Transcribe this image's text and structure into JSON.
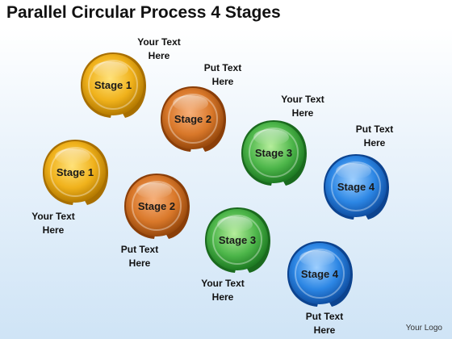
{
  "title": "Parallel Circular Process 4 Stages",
  "colors": {
    "yellow": "#e8a50a",
    "orange": "#cf6a14",
    "green": "#3aa33a",
    "blue": "#1d6fd0"
  },
  "row1": [
    {
      "label": "Stage 1",
      "color": "yellow",
      "caption": [
        "Your Text",
        "Here"
      ]
    },
    {
      "label": "Stage 2",
      "color": "orange",
      "caption": [
        "Put Text",
        "Here"
      ]
    },
    {
      "label": "Stage 3",
      "color": "green",
      "caption": [
        "Your Text",
        "Here"
      ]
    },
    {
      "label": "Stage 4",
      "color": "blue",
      "caption": [
        "Put Text",
        "Here"
      ]
    }
  ],
  "row2": [
    {
      "label": "Stage 1",
      "color": "yellow",
      "caption": [
        "Your Text",
        "Here"
      ]
    },
    {
      "label": "Stage 2",
      "color": "orange",
      "caption": [
        "Put Text",
        "Here"
      ]
    },
    {
      "label": "Stage 3",
      "color": "green",
      "caption": [
        "Your Text",
        "Here"
      ]
    },
    {
      "label": "Stage 4",
      "color": "blue",
      "caption": [
        "Put Text",
        "Here"
      ]
    }
  ],
  "logo": "Your Logo"
}
